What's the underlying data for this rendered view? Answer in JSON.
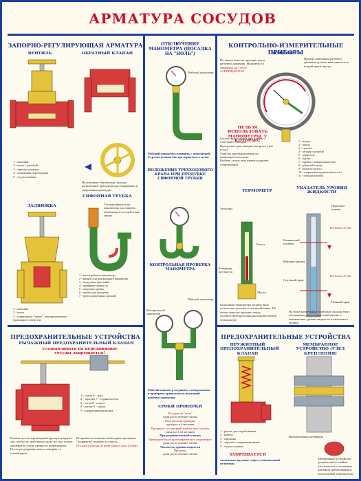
{
  "title": "АРМАТУРА СОСУДОВ",
  "left_top": {
    "heading": "ЗАПОРНО-РЕГУЛИРУЮЩАЯ АРМАТУРА",
    "valve_label": "ВЕНТИЛЬ",
    "check_valve_label": "ОБРАТНЫЙ КЛАПАН",
    "valve_parts": "1 - маховик\n2 - шток с резьбой\n3 - тарелка клапана\n4 - клапанная перегородка\n5 - седло клапана",
    "handwheel_note": "На маховике обязательно указано направление вращения при открывании и закрывании арматуры",
    "gate_label": "ЗАДВИЖКА",
    "siphon_label": "СИФОННАЯ ТРУБКА",
    "siphon_note": "Устанавливается на манометры для защиты механизма от воздействия среды",
    "gate_parts": "1 - маховик\n2 - шток\n3 - подвижные \"щеки\", перекрывающие проходное отверстие",
    "siphon_parts": "1 - место рабочего манометра\n2 - фланец для контрольного манометра\n3 - воздушная прослойка\n4 - инфирные жидкость\n5 - защитная пробка\n6 - пробка для продувки\n7 - трехходовой кран с риской"
  },
  "center_top": {
    "heading": "ОТКЛЮЧЕНИЕ МАНОМЕТРА (ПОСАДКА НА \"НОЛЬ\")",
    "gauge_label": "Рабочий манометр",
    "note1": "Рабочий манометр соединить с атмосферой. Стрелка должна быстро вернуться к нулю",
    "heading2": "ПОЛОЖЕНИЕ ТРЕХХОДОВОГО КРАНА ПРИ ПРОДУВКЕ СИФОННОЙ ТРУБКИ",
    "heading3": "КОНТРОЛЬНАЯ ПРОВЕРКА МАНОМЕТРА",
    "control_gauge": "Контрольный манометр",
    "work_gauge": "Рабочий манометр",
    "note2": "Рабочий манометр соединить с контрольным и проверить правильность показаний рабочего манометра",
    "periods_heading": "СРОКИ ПРОВЕРКИ",
    "periods": [
      "Посадка на \"ноль\"",
      "один раз в течение смены",
      "Контрольная проверка",
      "один раз в 6 месяцев",
      "Проверка с установкой клейма или пломбы",
      "один раз в 12 месяцев",
      "Предохранительный клапан",
      "Принудительное кратковременное открывание",
      "один раз в течение смены",
      "Указатель уровня жидкости",
      "Продувка",
      "один раз в течение смены"
    ]
  },
  "right_top": {
    "heading": "КОНТРОЛЬНО-ИЗМЕРИТЕЛЬНЫЕ ПРИБОРЫ",
    "gauge_label": "МАНОМЕТР",
    "gauge_note": "На шкалу наносят красную черту рабочего давления. Манометр со схемой",
    "gauge_note_red": "не на стекле ЗАПРЕЩАЕТСЯ!",
    "check_note": "Прежде измерения рабочего давления должен выполняться по второй трети шкалы",
    "forbidden_heading": "НЕЛЬЗЯ ИСПОЛЬЗОВАТЬ МАНОМЕТРЫ, У КОТОРЫХ:",
    "forbidden": [
      "Отсутствует пломба или клеймо с отметкой о поверке",
      "Просрочен срок поверки (не реже 1 раз в год)",
      "Стрелка при выключении не возвращается к нулю",
      "Разбито стекло или имеются другие повреждения"
    ],
    "gauge_parts": "1 - корпус\n2 - шкала\n3 - стрелка\n4 - штуцер с резьбой\n5 - держатель\n6 - трубка\n7 - пробка с поворотным осью\n8 - зубчатый сектор\n9 - зубчатое колесо\n10 - спиральная пружина (волосок)\n11 - поводок (триба)",
    "thermo_label": "ТЕРМОМЕТР",
    "level_label": "УКАЗАТЕЛЬ УРОВНЯ ЖИДКОСТИ",
    "thermo_parts": [
      "Заглушка",
      "Гильза",
      "Резервуар жесткости",
      "Масло"
    ],
    "level_marks": [
      "Нарезной клапан",
      "Не менее 25 мм",
      "Наивысший уровень",
      "Верхняя кромка",
      "Не менее 25 мм",
      "Спускной кран",
      "Нижний кран"
    ],
    "thermo_note": "Баллончик термометра должен быть полностью утоплен в масляной ванне. На шкале наносят красную черту, соответствующую максимальной рабочей температуре",
    "level_note": "На водоуказательных приборах должны быть обозначены допустимые наибольшие и наименьшие уровни жидкости в напольного уровня"
  },
  "left_bottom": {
    "heading": "ПРЕДОХРАНИТЕЛЬНЫЕ УСТРОЙСТВА",
    "sub": "РЫЧАЖНЫЙ ПРЕДОХРАНИТЕЛЬНЫЙ КЛАПАН",
    "warn": "устанавливать на передвижные сосуды запрещается!",
    "parts": "1 - седло  6 - груз\n2 - тарелка  7 - ограничитель\n3 - шток  8 - кожух\n4 - рычаг  9 - замок\n5 - направляющая вилка",
    "note1": "Клапан путем перемещения груза регулируют так, чтобы он срабатывал сразу же, как только давление в сосуде превысит разрешенное. После регулировки кожух запирают и пломбируют.",
    "note2": "Исправность клапана необходимо проверять \"подрывом\" поднять за ухнуть...",
    "note_red": "Посадить клапан не реже одного раза в смену"
  },
  "right_bottom": {
    "heading": "ПРЕДОХРАНИТЕЛЬНЫЕ УСТРОЙСТВА",
    "spring_label": "ПРУЖИННЫЙ ПРЕДОХРАНИТЕЛЬНЫЙ КЛАПАН",
    "membrane_label": "МЕМБРАННОЕ УСТРОЙСТВО (УЗЕЛ КРЕПЛЕНИЯ)",
    "spring_parts": "1 - рычаг для опробования\n2 - корпус\n3 - пружина\n4 - тарелка с направляющими\n5 - седло клапана",
    "forbidden": "ЗАПРЕЩАЕТСЯ",
    "forbidden_text": "затягивать пружину сверх установленной величины",
    "membrane_note": "Мембранные устройства должны иметь клеймо изготовителя с указанием давления срабатывания и допускаемой температуры",
    "membrane_tag": "Наименование мембраны"
  },
  "colors": {
    "frame": "#1d3f9a",
    "title": "#c8102e",
    "pipe": "#3c8a3a",
    "brass": "#e4c23a",
    "red": "#c8102e",
    "steel": "#9aa7b3"
  }
}
